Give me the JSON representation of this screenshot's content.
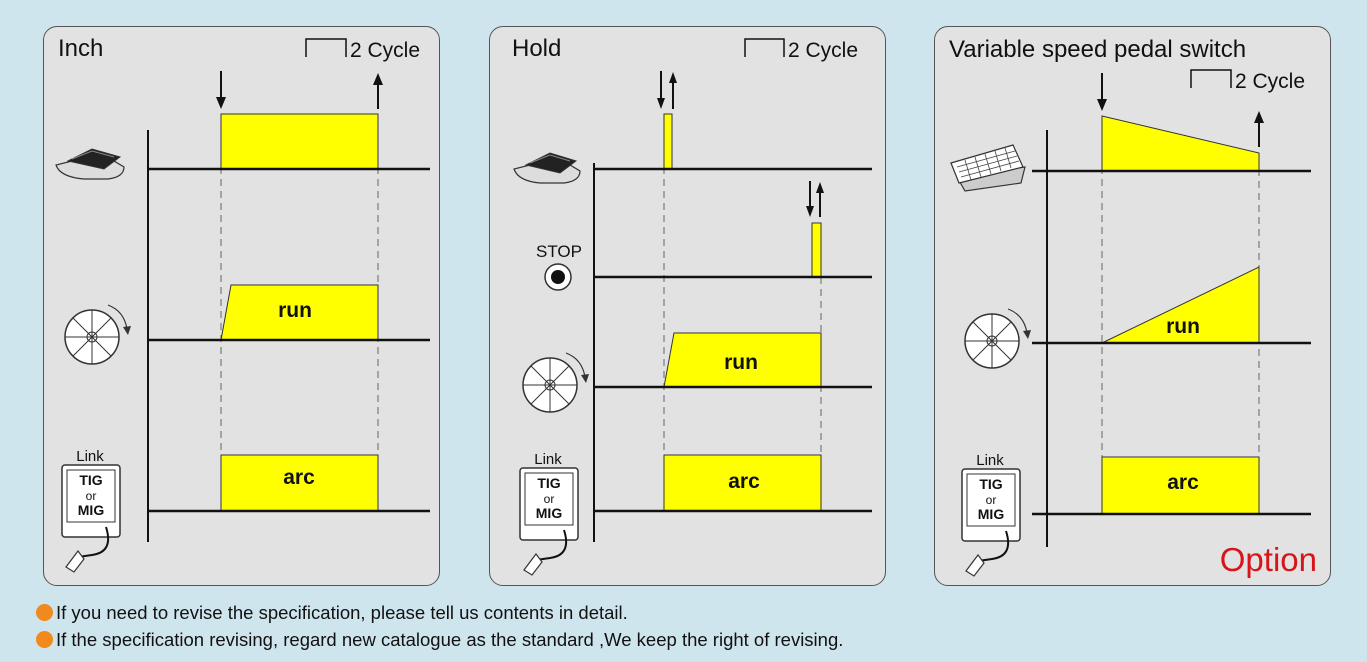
{
  "panels": [
    {
      "title": "Inch",
      "cycle": "2 Cycle",
      "rows": [
        {
          "device": "foot-pedal",
          "bar": ""
        },
        {
          "device": "wire-feed-wheel",
          "bar": "run"
        },
        {
          "device": "welder-link",
          "link_label": "Link",
          "box_lines": [
            "TIG",
            "or",
            "MIG"
          ],
          "bar": "arc"
        }
      ]
    },
    {
      "title": "Hold",
      "cycle": "2 Cycle",
      "rows": [
        {
          "device": "foot-pedal",
          "bar": ""
        },
        {
          "device": "stop-button",
          "device_label": "STOP",
          "bar": ""
        },
        {
          "device": "wire-feed-wheel",
          "bar": "run"
        },
        {
          "device": "welder-link",
          "link_label": "Link",
          "box_lines": [
            "TIG",
            "or",
            "MIG"
          ],
          "bar": "arc"
        }
      ]
    },
    {
      "title": "Variable speed pedal switch",
      "cycle": "2 Cycle",
      "badge": "Option",
      "rows": [
        {
          "device": "variable-pedal",
          "bar": ""
        },
        {
          "device": "wire-feed-wheel",
          "bar": "run"
        },
        {
          "device": "welder-link",
          "link_label": "Link",
          "box_lines": [
            "TIG",
            "or",
            "MIG"
          ],
          "bar": "arc"
        }
      ]
    }
  ],
  "notes": [
    "If you need to revise the specification, please tell us contents in detail.",
    "If the specification revising, regard new catalogue as the standard ,We keep the right of revising."
  ],
  "colors": {
    "background": "#cfe5ed",
    "panel": "#e2e2e2",
    "signal_fill": "#ffff00",
    "bullet": "#f08a1c",
    "option_text": "#d7141a"
  }
}
